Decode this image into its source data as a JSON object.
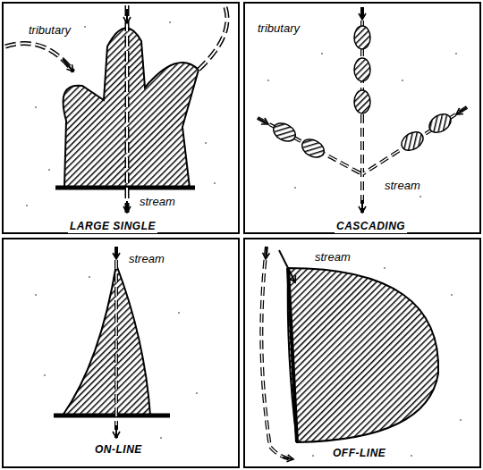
{
  "diagram": {
    "nodes": [
      {
        "text": [
          "tributary",
          "stream",
          "LARGE SINGLE"
        ]
      },
      {
        "text": [
          "tributary",
          "stream",
          "CASCADING"
        ]
      },
      {
        "text": [
          "stream",
          "ON-LINE"
        ]
      },
      {
        "text": [
          "stream",
          "OFF-LINE"
        ]
      }
    ]
  }
}
